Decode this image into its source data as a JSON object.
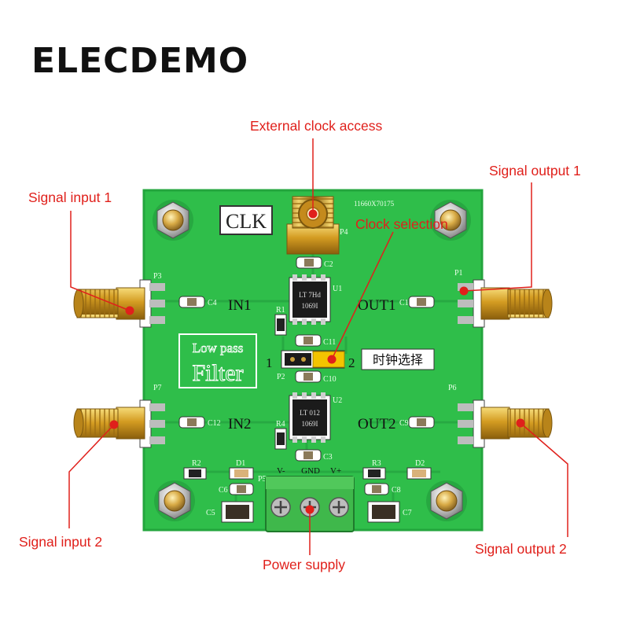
{
  "brand": "ELECDEMO",
  "callouts": {
    "external_clock": "External clock access",
    "clock_selection": "Clock selection",
    "signal_input_1": "Signal input 1",
    "signal_output_1": "Signal output 1",
    "signal_input_2": "Signal input 2",
    "signal_output_2": "Signal output 2",
    "power_supply": "Power supply"
  },
  "board": {
    "serial": "11660X70175",
    "clk_label": "CLK",
    "filter_line1": "Low pass",
    "filter_line2": "Filter",
    "clock_select_cn": "时钟选择",
    "ports": {
      "in1": "IN1",
      "out1": "OUT1",
      "in2": "IN2",
      "out2": "OUT2"
    },
    "jumper": {
      "pos1": "1",
      "pos2": "2",
      "ref": "P2"
    },
    "power": {
      "vminus": "V-",
      "gnd": "GND",
      "vplus": "V+",
      "ref": "P5"
    },
    "ic_top": {
      "ref": "U1",
      "line1": "LT 7Hd",
      "line2": "1069I"
    },
    "ic_bottom": {
      "ref": "U2",
      "line1": "LT 012",
      "line2": "1069I"
    },
    "designators": {
      "p1": "P1",
      "p3": "P3",
      "p4": "P4",
      "p6": "P6",
      "p7": "P7",
      "c1": "C1",
      "c2": "C2",
      "c3": "C3",
      "c4": "C4",
      "c5": "C5",
      "c6": "C6",
      "c7": "C7",
      "c8": "C8",
      "c9": "C9",
      "c10": "C10",
      "c11": "C11",
      "c12": "C12",
      "r1": "R1",
      "r2": "R2",
      "r3": "R3",
      "r4": "R4",
      "d1": "D1",
      "d2": "D2"
    }
  },
  "colors": {
    "pcb_green": "#2fbe4a",
    "callout_red": "#e0201b",
    "connector_gold": "#d6a324",
    "terminal_green": "#3fb84b",
    "jumper_yellow": "#f3c400"
  }
}
